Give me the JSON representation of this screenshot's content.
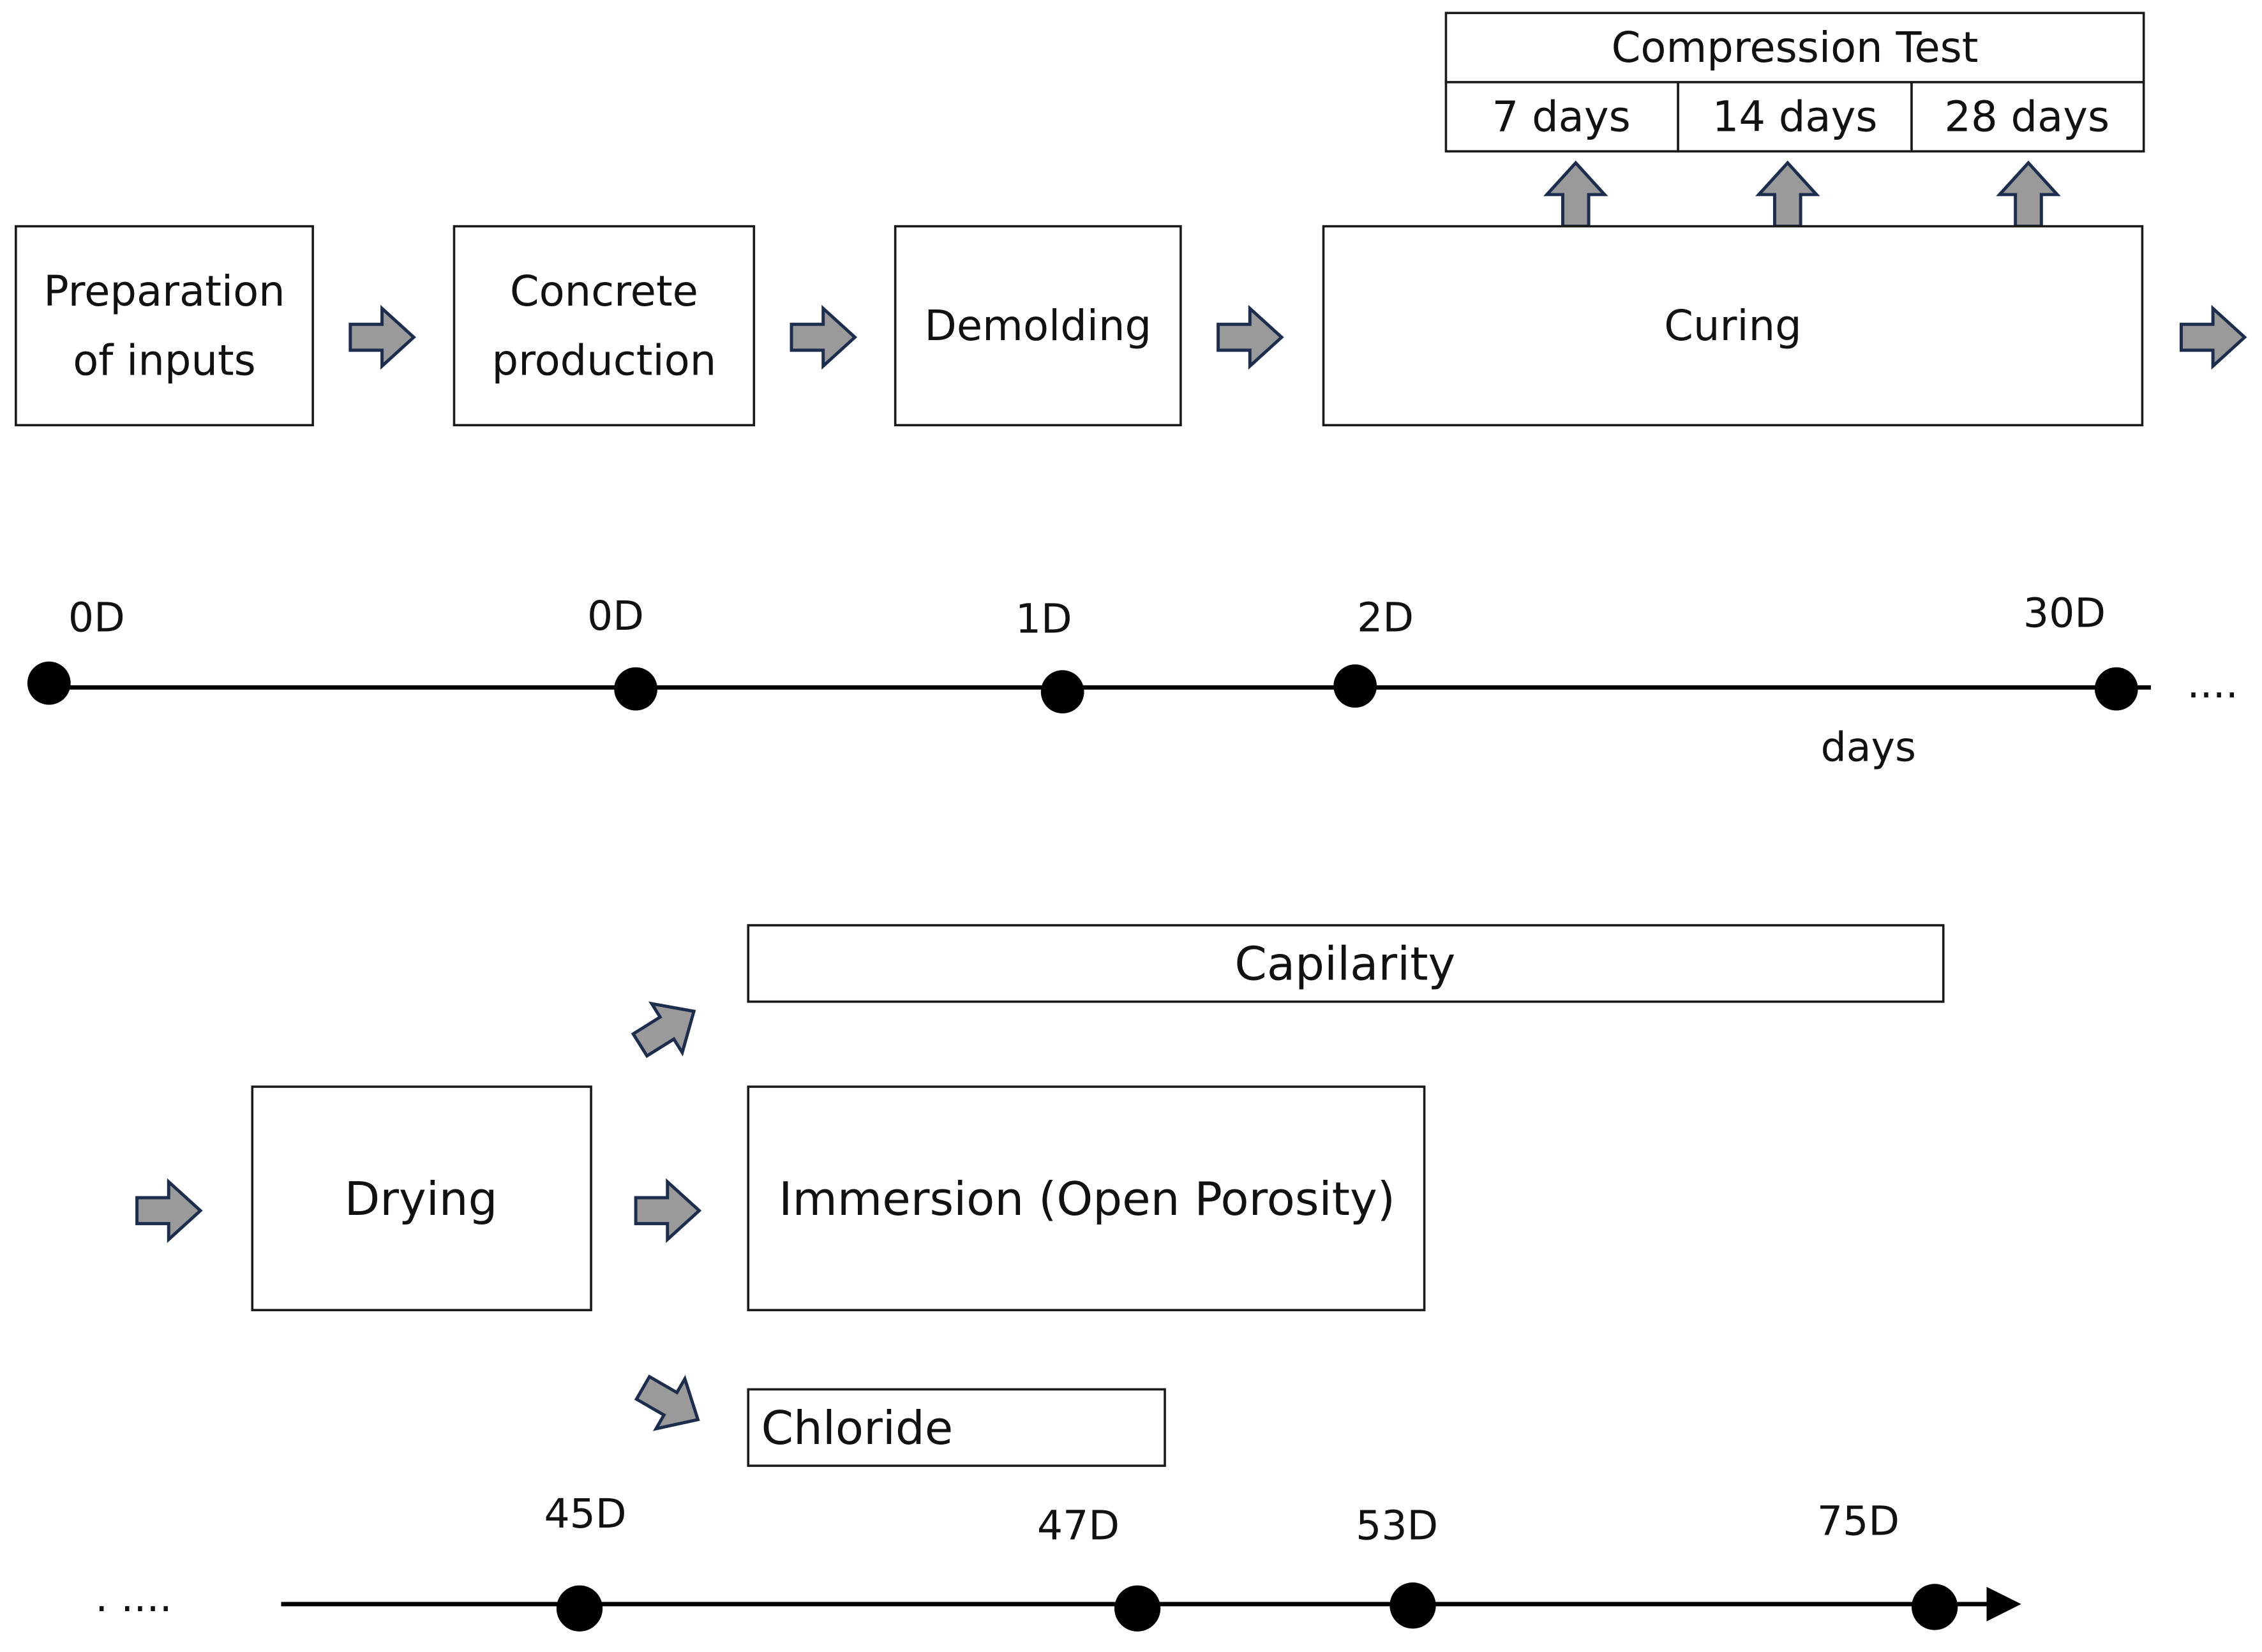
{
  "stages_top": {
    "preparation": [
      "Preparation",
      "of inputs"
    ],
    "concrete": [
      "Concrete",
      "production"
    ],
    "demolding": "Demolding",
    "curing": "Curing"
  },
  "compression": {
    "title": "Compression Test",
    "ages": [
      "7 days",
      "14 days",
      "28 days"
    ]
  },
  "timeline_top": {
    "ticks": [
      "0D",
      "0D",
      "1D",
      "2D",
      "30D"
    ],
    "unit": "days",
    "continuation": "...."
  },
  "stages_bottom": {
    "drying": "Drying",
    "capilarity": "Capilarity",
    "immersion": "Immersion (Open Porosity)",
    "chloride": "Chloride"
  },
  "timeline_bottom": {
    "lead": ". ....",
    "ticks": [
      "45D",
      "47D",
      "53D",
      "75D"
    ]
  }
}
